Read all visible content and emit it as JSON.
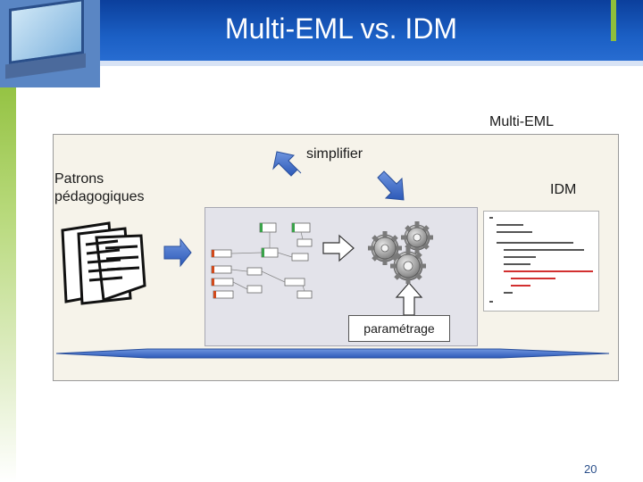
{
  "slide": {
    "title": "Multi-EML vs. IDM",
    "page_number": "20"
  },
  "diagram": {
    "multi_eml_label": "Multi-EML",
    "simplifier_label": "simplifier",
    "patrons_label": "Patrons pédagogiques",
    "idm_label": "IDM",
    "parametrage_label": "paramétrage"
  },
  "colors": {
    "header_blue": "#1b5fc4",
    "accent_green": "#8fbf3a",
    "arrow_blue": "#3d6fd1",
    "frame_bg": "#f6f3ea"
  },
  "icons": [
    "document-stack-icon",
    "gears-icon",
    "code-listing-icon",
    "diagram-thumbnail-icon"
  ]
}
